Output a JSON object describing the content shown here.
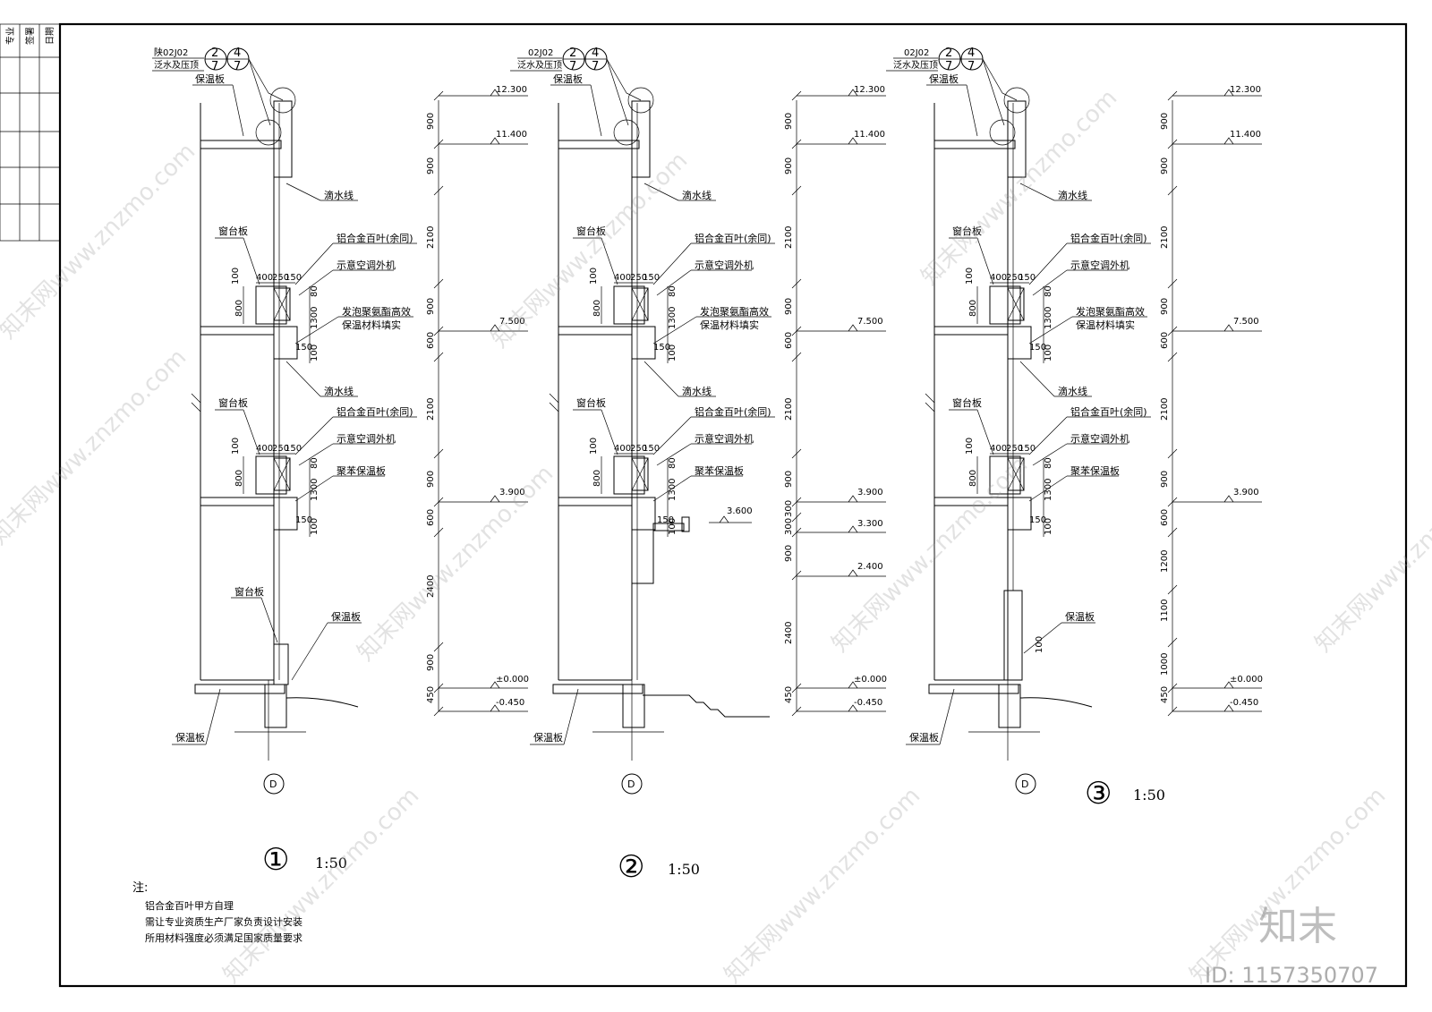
{
  "title_block": {
    "c1": "专业",
    "c2": "签署",
    "c3": "日期"
  },
  "sections": [
    {
      "number": "①",
      "scale": "1:50",
      "ref_code": "陕02J02",
      "ref_desc": "泛水及压顶",
      "ref_circle_a": {
        "top": "2",
        "bottom": "7"
      },
      "ref_circle_b": {
        "top": "4",
        "bottom": "7"
      },
      "axis": "D",
      "left_labels": [
        "保温板",
        "窗台板",
        "窗台板",
        "窗台板",
        "保温板"
      ],
      "right_labels": [
        "滴水线",
        "铝合金百叶(余同)",
        "示意空调外机",
        "发泡聚氨酯高效",
        "保温材料填实",
        "滴水线",
        "铝合金百叶(余同)",
        "示意空调外机",
        "聚苯保温板",
        "保温板"
      ],
      "small_dims": [
        "100",
        "800",
        "400",
        "250",
        "150",
        "1300",
        "80",
        "150",
        "100",
        "100",
        "800",
        "400",
        "250",
        "150",
        "1300",
        "80",
        "150",
        "100"
      ],
      "dims": [
        "900",
        "900",
        "2100",
        "900",
        "600",
        "2100",
        "900",
        "600",
        "2400",
        "900",
        "450"
      ],
      "elevations": [
        "12.300",
        "11.400",
        "7.500",
        "3.900",
        "±0.000",
        "-0.450"
      ]
    },
    {
      "number": "②",
      "scale": "1:50",
      "ref_code": "02J02",
      "ref_desc": "泛水及压顶",
      "ref_circle_a": {
        "top": "2",
        "bottom": "7"
      },
      "ref_circle_b": {
        "top": "4",
        "bottom": "7"
      },
      "axis": "D",
      "left_labels": [
        "保温板",
        "窗台板",
        "窗台板",
        "保温板"
      ],
      "right_labels": [
        "滴水线",
        "铝合金百叶(余同)",
        "示意空调外机",
        "发泡聚氨酯高效",
        "保温材料填实",
        "滴水线",
        "铝合金百叶(余同)",
        "示意空调外机",
        "聚苯保温板"
      ],
      "small_dims": [
        "100",
        "800",
        "400",
        "250",
        "150",
        "1300",
        "80",
        "150",
        "100",
        "100",
        "800",
        "400",
        "250",
        "150",
        "1300",
        "80",
        "150",
        "100"
      ],
      "dims": [
        "900",
        "900",
        "2100",
        "900",
        "600",
        "2100",
        "900",
        "300",
        "300",
        "900",
        "2400",
        "450"
      ],
      "elevations": [
        "12.300",
        "11.400",
        "7.500",
        "3.900",
        "3.600",
        "3.300",
        "2.400",
        "±0.000",
        "-0.450"
      ]
    },
    {
      "number": "③",
      "scale": "1:50",
      "ref_code": "02J02",
      "ref_desc": "泛水及压顶",
      "ref_circle_a": {
        "top": "2",
        "bottom": "7"
      },
      "ref_circle_b": {
        "top": "4",
        "bottom": "7"
      },
      "axis": "D",
      "left_labels": [
        "保温板",
        "窗台板",
        "窗台板",
        "保温板"
      ],
      "right_labels": [
        "滴水线",
        "铝合金百叶(余同)",
        "示意空调外机",
        "发泡聚氨酯高效",
        "保温材料填实",
        "滴水线",
        "铝合金百叶(余同)",
        "示意空调外机",
        "聚苯保温板",
        "保温板"
      ],
      "small_dims": [
        "100",
        "800",
        "400",
        "250",
        "150",
        "1300",
        "80",
        "150",
        "100",
        "100",
        "800",
        "400",
        "250",
        "150",
        "1300",
        "80",
        "150",
        "100",
        "100"
      ],
      "dims": [
        "900",
        "900",
        "2100",
        "900",
        "600",
        "2100",
        "900",
        "600",
        "1200",
        "1100",
        "1000",
        "450"
      ],
      "elevations": [
        "12.300",
        "11.400",
        "7.500",
        "3.900",
        "±0.000",
        "-0.450"
      ]
    }
  ],
  "notes": {
    "heading": "注:",
    "lines": [
      "铝合金百叶甲方自理",
      "需让专业资质生产厂家负责设计安装",
      "所用材料强度必须满足国家质量要求"
    ]
  },
  "watermark": {
    "text": "知末网www.znzmo.com",
    "brand": "知末",
    "id": "ID: 1157350707"
  }
}
